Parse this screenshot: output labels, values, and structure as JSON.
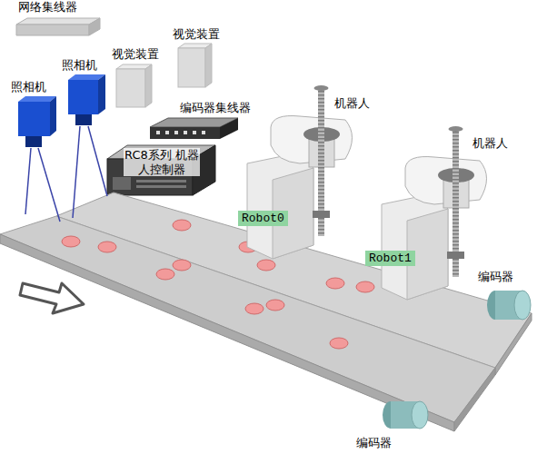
{
  "diagram": {
    "nodes": [
      {
        "text": [
          "Robot0"
        ]
      },
      {
        "text": [
          "Robot1"
        ]
      }
    ],
    "labels": [
      "网络集线器",
      "视觉装置",
      "视觉装置",
      "照相机",
      "照相机",
      "编码器集线器",
      "RC8系列 机器人控制器",
      "机器人",
      "机器人",
      "编码器",
      "编码器"
    ]
  }
}
